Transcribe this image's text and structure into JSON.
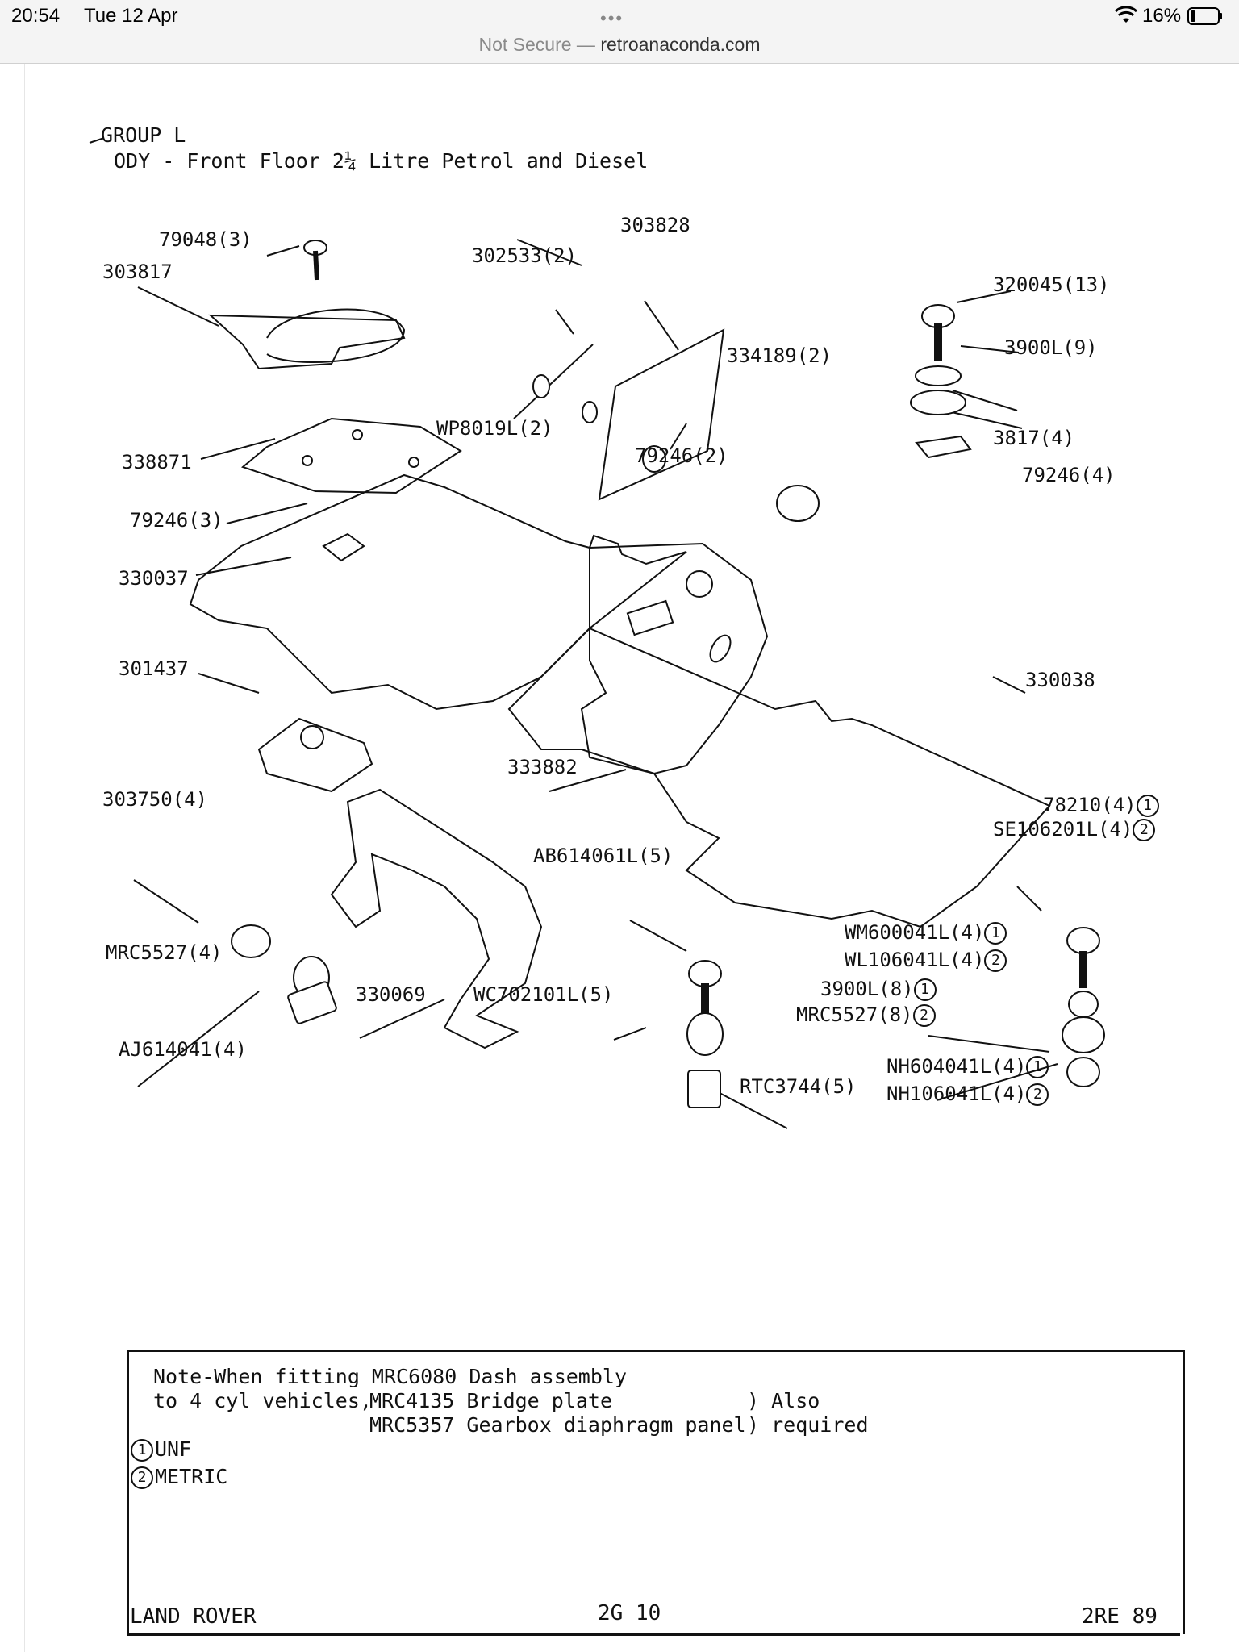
{
  "status_bar": {
    "time": "20:54",
    "date": "Tue 12 Apr",
    "battery_pct": "16%",
    "dots": "•••"
  },
  "address_bar": {
    "security": "Not Secure —",
    "domain": "retroanaconda.com"
  },
  "document": {
    "group": "GROUP L",
    "title": "ODY - Front Floor 2¼ Litre Petrol and Diesel",
    "labels": {
      "l_79048": "79048(3)",
      "l_303817": "303817",
      "l_302533": "302533(2)",
      "l_303828": "303828",
      "l_320045": "320045(13)",
      "l_3900l_9": "3900L(9)",
      "l_334189": "334189(2)",
      "l_wp8019l": "WP8019L(2)",
      "l_79246_2": "79246(2)",
      "l_3817": "3817(4)",
      "l_338871": "338871",
      "l_79246_4": "79246(4)",
      "l_79246_3": "79246(3)",
      "l_330037": "330037",
      "l_301437": "301437",
      "l_330038": "330038",
      "l_333882": "333882",
      "l_303750": "303750(4)",
      "l_78210": "78210(4)",
      "l_se106201l": "SE106201L(4)",
      "l_ab614061l": "AB614061L(5)",
      "l_mrc5527_4": "MRC5527(4)",
      "l_wm600041l": "WM600041L(4)",
      "l_wl106041l": "WL106041L(4)",
      "l_330069": "330069",
      "l_wc702101l": "WC702101L(5)",
      "l_3900l_8": "3900L(8)",
      "l_mrc5527_8": "MRC5527(8)",
      "l_aj614041": "AJ614041(4)",
      "l_nh604041l": "NH604041L(4)",
      "l_rtc3744": "RTC3744(5)",
      "l_nh106041l": "NH106041L(4)"
    },
    "circled_1": "1",
    "circled_2": "2",
    "note": {
      "line1": "Note-When fitting MRC6080 Dash assembly",
      "line2a": "to 4 cyl vehicles,",
      "line2b": "MRC4135 Bridge plate",
      "line2c": ") Also",
      "line3b": "MRC5357 Gearbox diaphragm panel",
      "line3c": ") required",
      "unf": "UNF",
      "metric": "METRIC"
    },
    "footer": {
      "left": "LAND ROVER",
      "center": "2G 10",
      "right": "2RE 89"
    }
  }
}
